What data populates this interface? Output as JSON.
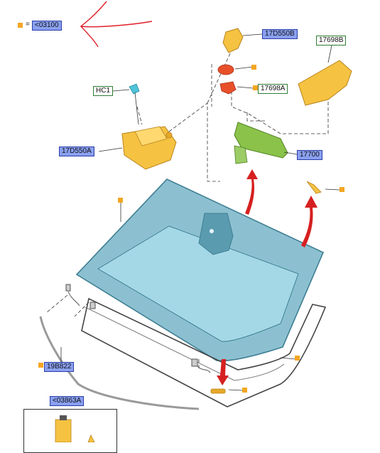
{
  "legend": {
    "equals_sign": "=",
    "code": "<03100"
  },
  "labels": {
    "hc1": "HC1",
    "bracket_left": "17D550A",
    "bracket_top": "17D550B",
    "cover_right": "17698B",
    "sensor_a": "17698A",
    "mirror": "17700",
    "molding": "19B822",
    "kit": "<03863A"
  },
  "colors": {
    "label_blue_fill": "#8aa0f0",
    "label_green_border": "#2e7d32",
    "marker": "#f5a623",
    "glass": "#7fb9cc",
    "part_yellow": "#f5c242",
    "mirror_green": "#8bc34a",
    "sensor_red": "#e8502a",
    "arrow_red": "#d62020",
    "clip_cyan": "#4fc3d9"
  }
}
